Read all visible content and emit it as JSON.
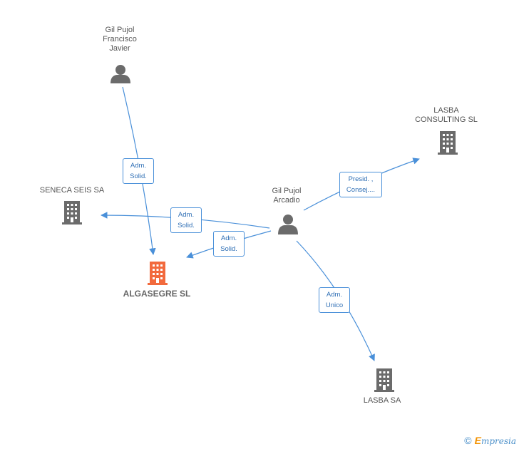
{
  "nodes": {
    "gil_pujol_francisco": {
      "label": "Gil Pujol\nFrancisco\nJavier",
      "kind": "person"
    },
    "gil_pujol_arcadio": {
      "label": "Gil Pujol\nArcadio",
      "kind": "person"
    },
    "lasba_consulting": {
      "label": "LASBA\nCONSULTING SL",
      "kind": "company"
    },
    "seneca_seis": {
      "label": "SENECA SEIS SA",
      "kind": "company"
    },
    "algasegre": {
      "label": "ALGASEGRE SL",
      "kind": "company-main"
    },
    "lasba_sa": {
      "label": "LASBA SA",
      "kind": "company"
    }
  },
  "edges": [
    {
      "from": "gil_pujol_francisco",
      "to": "algasegre",
      "label": "Adm.\nSolid."
    },
    {
      "from": "gil_pujol_arcadio",
      "to": "seneca_seis",
      "label": "Adm.\nSolid."
    },
    {
      "from": "gil_pujol_arcadio",
      "to": "algasegre",
      "label": "Adm.\nSolid."
    },
    {
      "from": "gil_pujol_arcadio",
      "to": "lasba_consulting",
      "label": "Presid. ,\nConsej...."
    },
    {
      "from": "gil_pujol_arcadio",
      "to": "lasba_sa",
      "label": "Adm.\nUnico"
    }
  ],
  "colors": {
    "edge": "#4a90d9",
    "node_icon": "#6b6b6b",
    "main_company": "#f26a3d"
  },
  "footer": {
    "copyright": "©",
    "brand_initial": "E",
    "brand_rest": "mpresia"
  }
}
